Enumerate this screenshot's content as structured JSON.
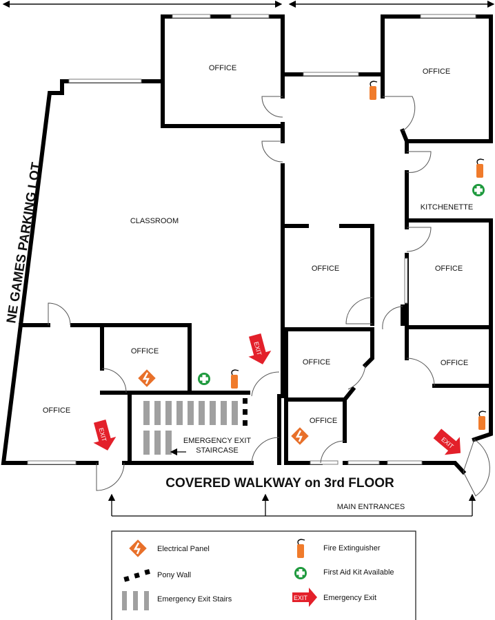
{
  "rooms": {
    "office_top_left": "OFFICE",
    "office_top_right": "OFFICE",
    "classroom": "CLASSROOM",
    "kitchenette": "KITCHENETTE",
    "office_mid_center": "OFFICE",
    "office_mid_right": "OFFICE",
    "office_lower_center": "OFFICE",
    "office_lower_far_left": "OFFICE",
    "office_lower_left_center": "OFFICE",
    "office_lower_right": "OFFICE",
    "office_bottom_center": "OFFICE"
  },
  "parking_lot_label": "NE GAMES PARKING LOT",
  "staircase_label_line1": "EMERGENCY EXIT",
  "staircase_label_line2": "STAIRCASE",
  "walkway_label": "COVERED WALKWAY on 3rd FLOOR",
  "main_entrances_label": "MAIN ENTRANCES",
  "exit_sign_text": "EXIT",
  "colors": {
    "electrical": "#e8702a",
    "extinguisher": "#f07b2b",
    "first_aid": "#1f9a3e",
    "exit": "#e3202a",
    "stairs": "#a0a0a0"
  },
  "legend": {
    "items": [
      {
        "icon": "electrical-panel-icon",
        "label": "Electrical Panel"
      },
      {
        "icon": "pony-wall-icon",
        "label": "Pony Wall"
      },
      {
        "icon": "stairs-icon",
        "label": "Emergency Exit Stairs"
      },
      {
        "icon": "fire-extinguisher-icon",
        "label": "Fire Extinguisher"
      },
      {
        "icon": "first-aid-icon",
        "label": "First Aid Kit Available"
      },
      {
        "icon": "exit-arrow-icon",
        "label": "Emergency Exit"
      }
    ]
  }
}
